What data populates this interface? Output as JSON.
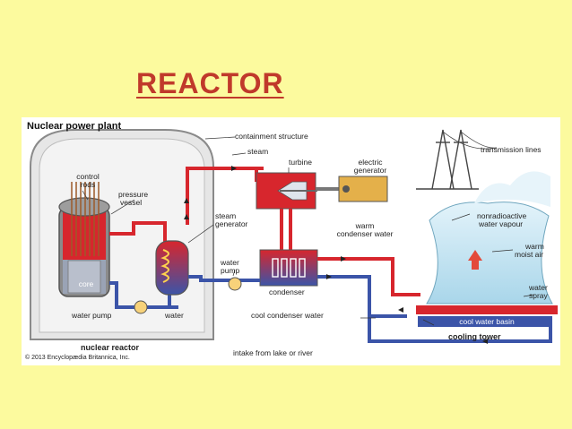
{
  "slide": {
    "title": "REACTOR"
  },
  "diagram": {
    "title": "Nuclear power plant",
    "labels": {
      "containment_structure": "containment structure",
      "steam": "steam",
      "turbine": "turbine",
      "electric_generator_1": "electric",
      "electric_generator_2": "generator",
      "transmission_lines": "transmission lines",
      "control_rods_1": "control",
      "control_rods_2": "rods",
      "pressure_vessel_1": "pressure",
      "pressure_vessel_2": "vessel",
      "steam_generator_1": "steam",
      "steam_generator_2": "generator",
      "warm_condenser_water_1": "warm",
      "warm_condenser_water_2": "condenser water",
      "nonradioactive_1": "nonradioactive",
      "nonradioactive_2": "water vapour",
      "warm_moist_air_1": "warm",
      "warm_moist_air_2": "moist air",
      "water_pump_right_1": "water",
      "water_pump_right_2": "pump",
      "core": "core",
      "condenser": "condenser",
      "water_spray_1": "water",
      "water_spray_2": "spray",
      "water_pump_left": "water pump",
      "water": "water",
      "cool_condenser_water": "cool condenser water",
      "cool_water_basin": "cool water basin",
      "cooling_tower": "cooling tower",
      "nuclear_reactor": "nuclear reactor",
      "intake": "intake from lake or river",
      "copyright": "© 2013 Encyclopædia Britannica, Inc."
    },
    "colors": {
      "hot_water": "#d7262d",
      "cool_water": "#3b54a8",
      "containment": "#e6e6e6",
      "tower": "#bfe1ef"
    }
  }
}
